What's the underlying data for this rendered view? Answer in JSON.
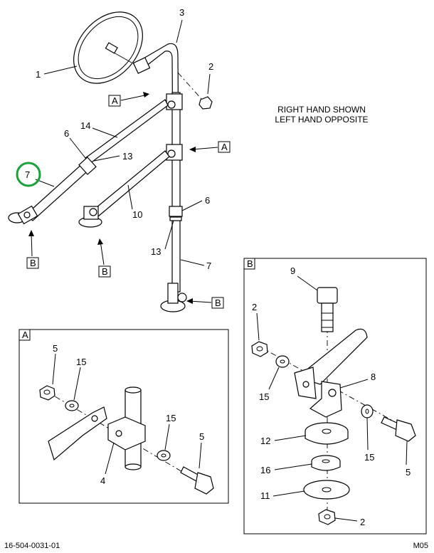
{
  "note": {
    "line1": "RIGHT HAND SHOWN",
    "line2": "LEFT HAND OPPOSITE"
  },
  "footer": {
    "left": "16-504-0031-01",
    "right": "M05"
  },
  "main_callouts": {
    "c1": "1",
    "c2": "2",
    "c3": "3",
    "c6a": "6",
    "c6b": "6",
    "c7a": "7",
    "c7b": "7",
    "c10": "10",
    "c13a": "13",
    "c13b": "13",
    "c14": "14"
  },
  "view_markers": {
    "a1": "A",
    "a2": "A",
    "b1": "B",
    "b2": "B",
    "b3": "B"
  },
  "detail_a": {
    "title": "A",
    "c5a": "5",
    "c15a": "15",
    "c15b": "15",
    "c5b": "5",
    "c4": "4"
  },
  "detail_b": {
    "title": "B",
    "c9": "9",
    "c2a": "2",
    "c15a": "15",
    "c8": "8",
    "c12": "12",
    "c15b": "15",
    "c5": "5",
    "c16": "16",
    "c11": "11",
    "c2b": "2"
  },
  "highlight_color": "#1aa23a"
}
